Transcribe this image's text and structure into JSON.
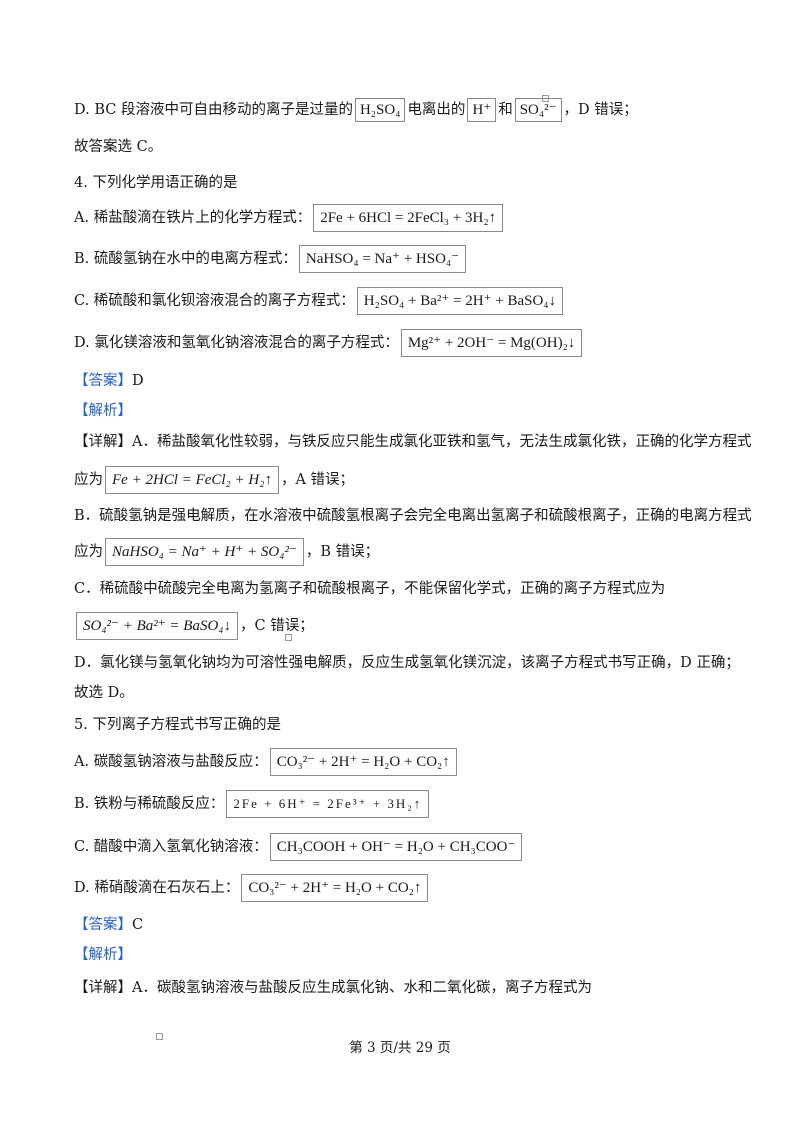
{
  "lines": {
    "l1": {
      "pre": "D. BC 段溶液中可自由移动的离子是过量的",
      "eq1": "H₂SO₄",
      "mid": "电离出的",
      "eq2": "H⁺",
      "mid2": "和",
      "eq3": "SO₄²⁻",
      "post": "，D 错误；"
    },
    "l2": "故答案选 C。",
    "l3": "4. 下列化学用语正确的是",
    "l4": {
      "pre": "A. 稀盐酸滴在铁片上的化学方程式：",
      "eq": "2Fe + 6HCl = 2FeCl₃ + 3H₂↑"
    },
    "l5": {
      "pre": "B. 硫酸氢钠在水中的电离方程式：",
      "eq": "NaHSO₄ = Na⁺ + HSO₄⁻"
    },
    "l6": {
      "pre": "C. 稀硫酸和氯化钡溶液混合的离子方程式：",
      "eq": "H₂SO₄ + Ba²⁺ = 2H⁺ + BaSO₄↓"
    },
    "l7": {
      "pre": "D. 氯化镁溶液和氢氧化钠溶液混合的离子方程式：",
      "eq": "Mg²⁺ + 2OH⁻ = Mg(OH)₂↓"
    },
    "l8": {
      "tag": "【答案】",
      "text": "D"
    },
    "l9": {
      "tag": "【解析】"
    },
    "l10": {
      "tag": "【详解】",
      "text": "A．稀盐酸氧化性较弱，与铁反应只能生成氯化亚铁和氢气，无法生成氯化铁，正确的化学方程式"
    },
    "l11": {
      "pre": "应为",
      "eq": "Fe + 2HCl = FeCl₂ + H₂↑",
      "post": "，A 错误；"
    },
    "l12": "B．硫酸氢钠是强电解质，在水溶液中硫酸氢根离子会完全电离出氢离子和硫酸根离子，正确的电离方程式",
    "l13": {
      "pre": "应为",
      "eq": "NaHSO₄ = Na⁺ + H⁺ + SO₄²⁻",
      "post": "，B 错误；"
    },
    "l14": "C．稀硫酸中硫酸完全电离为氢离子和硫酸根离子，不能保留化学式，正确的离子方程式应为",
    "l15": {
      "eq": "SO₄²⁻ + Ba²⁺ = BaSO₄↓",
      "post": "，C 错误；"
    },
    "l16": "D．氯化镁与氢氧化钠均为可溶性强电解质，反应生成氢氧化镁沉淀，该离子方程式书写正确，D 正确；",
    "l17": "故选 D。",
    "l18": "5. 下列离子方程式书写正确的是",
    "l19": {
      "pre": "A. 碳酸氢钠溶液与盐酸反应：",
      "eq": "CO₃²⁻ + 2H⁺ = H₂O + CO₂↑"
    },
    "l20": {
      "pre": "B. 铁粉与稀硫酸反应：",
      "eq": "2Fe + 6H⁺ = 2Fe³⁺ + 3H₂↑"
    },
    "l21": {
      "pre": "C. 醋酸中滴入氢氧化钠溶液：",
      "eq": "CH₃COOH + OH⁻ = H₂O + CH₃COO⁻"
    },
    "l22": {
      "pre": "D. 稀硝酸滴在石灰石上：",
      "eq": "CO₃²⁻ + 2H⁺ = H₂O + CO₂↑"
    },
    "l23": {
      "tag": "【答案】",
      "text": "C"
    },
    "l24": {
      "tag": "【解析】"
    },
    "l25": {
      "tag": "【详解】",
      "text": "A．碳酸氢钠溶液与盐酸反应生成氯化钠、水和二氧化碳，离子方程式为"
    }
  },
  "footer": "第 3 页/共 29 页"
}
